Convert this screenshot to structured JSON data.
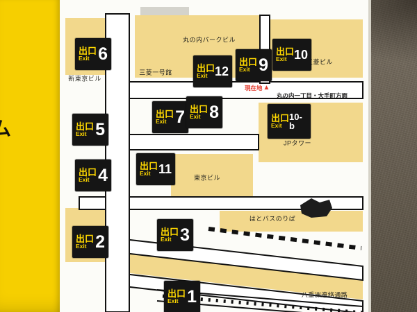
{
  "map": {
    "exit_sign": {
      "jp": "出口",
      "en": "Exit"
    },
    "exits": [
      "1",
      "2",
      "3",
      "4",
      "5",
      "6",
      "7",
      "8",
      "9",
      "10",
      "10-b",
      "11",
      "12"
    ],
    "labels": {
      "marunouchi_park_bldg": "丸の内パークビル",
      "mitsubishi_bldg": "三菱ビル",
      "shin_tokyo_bldg": "新東京ビル",
      "mitsubishi_ichigokan": "三菱一号館",
      "jp_tower": "JPタワー",
      "tokyo_bldg": "東京ビル",
      "hato_bus_stop": "はとバスのりば",
      "yaesu_passage": "八重洲連絡通路",
      "current_location": "現在地",
      "direction": "丸の内一丁目・大手町方面",
      "side_text": "ム"
    },
    "colors": {
      "poster_yellow": "#f6cf00",
      "building_tan": "#f2d88c",
      "sign_black": "#151515",
      "sign_yellow": "#ffd800",
      "marker_red": "#e23b2e"
    }
  }
}
